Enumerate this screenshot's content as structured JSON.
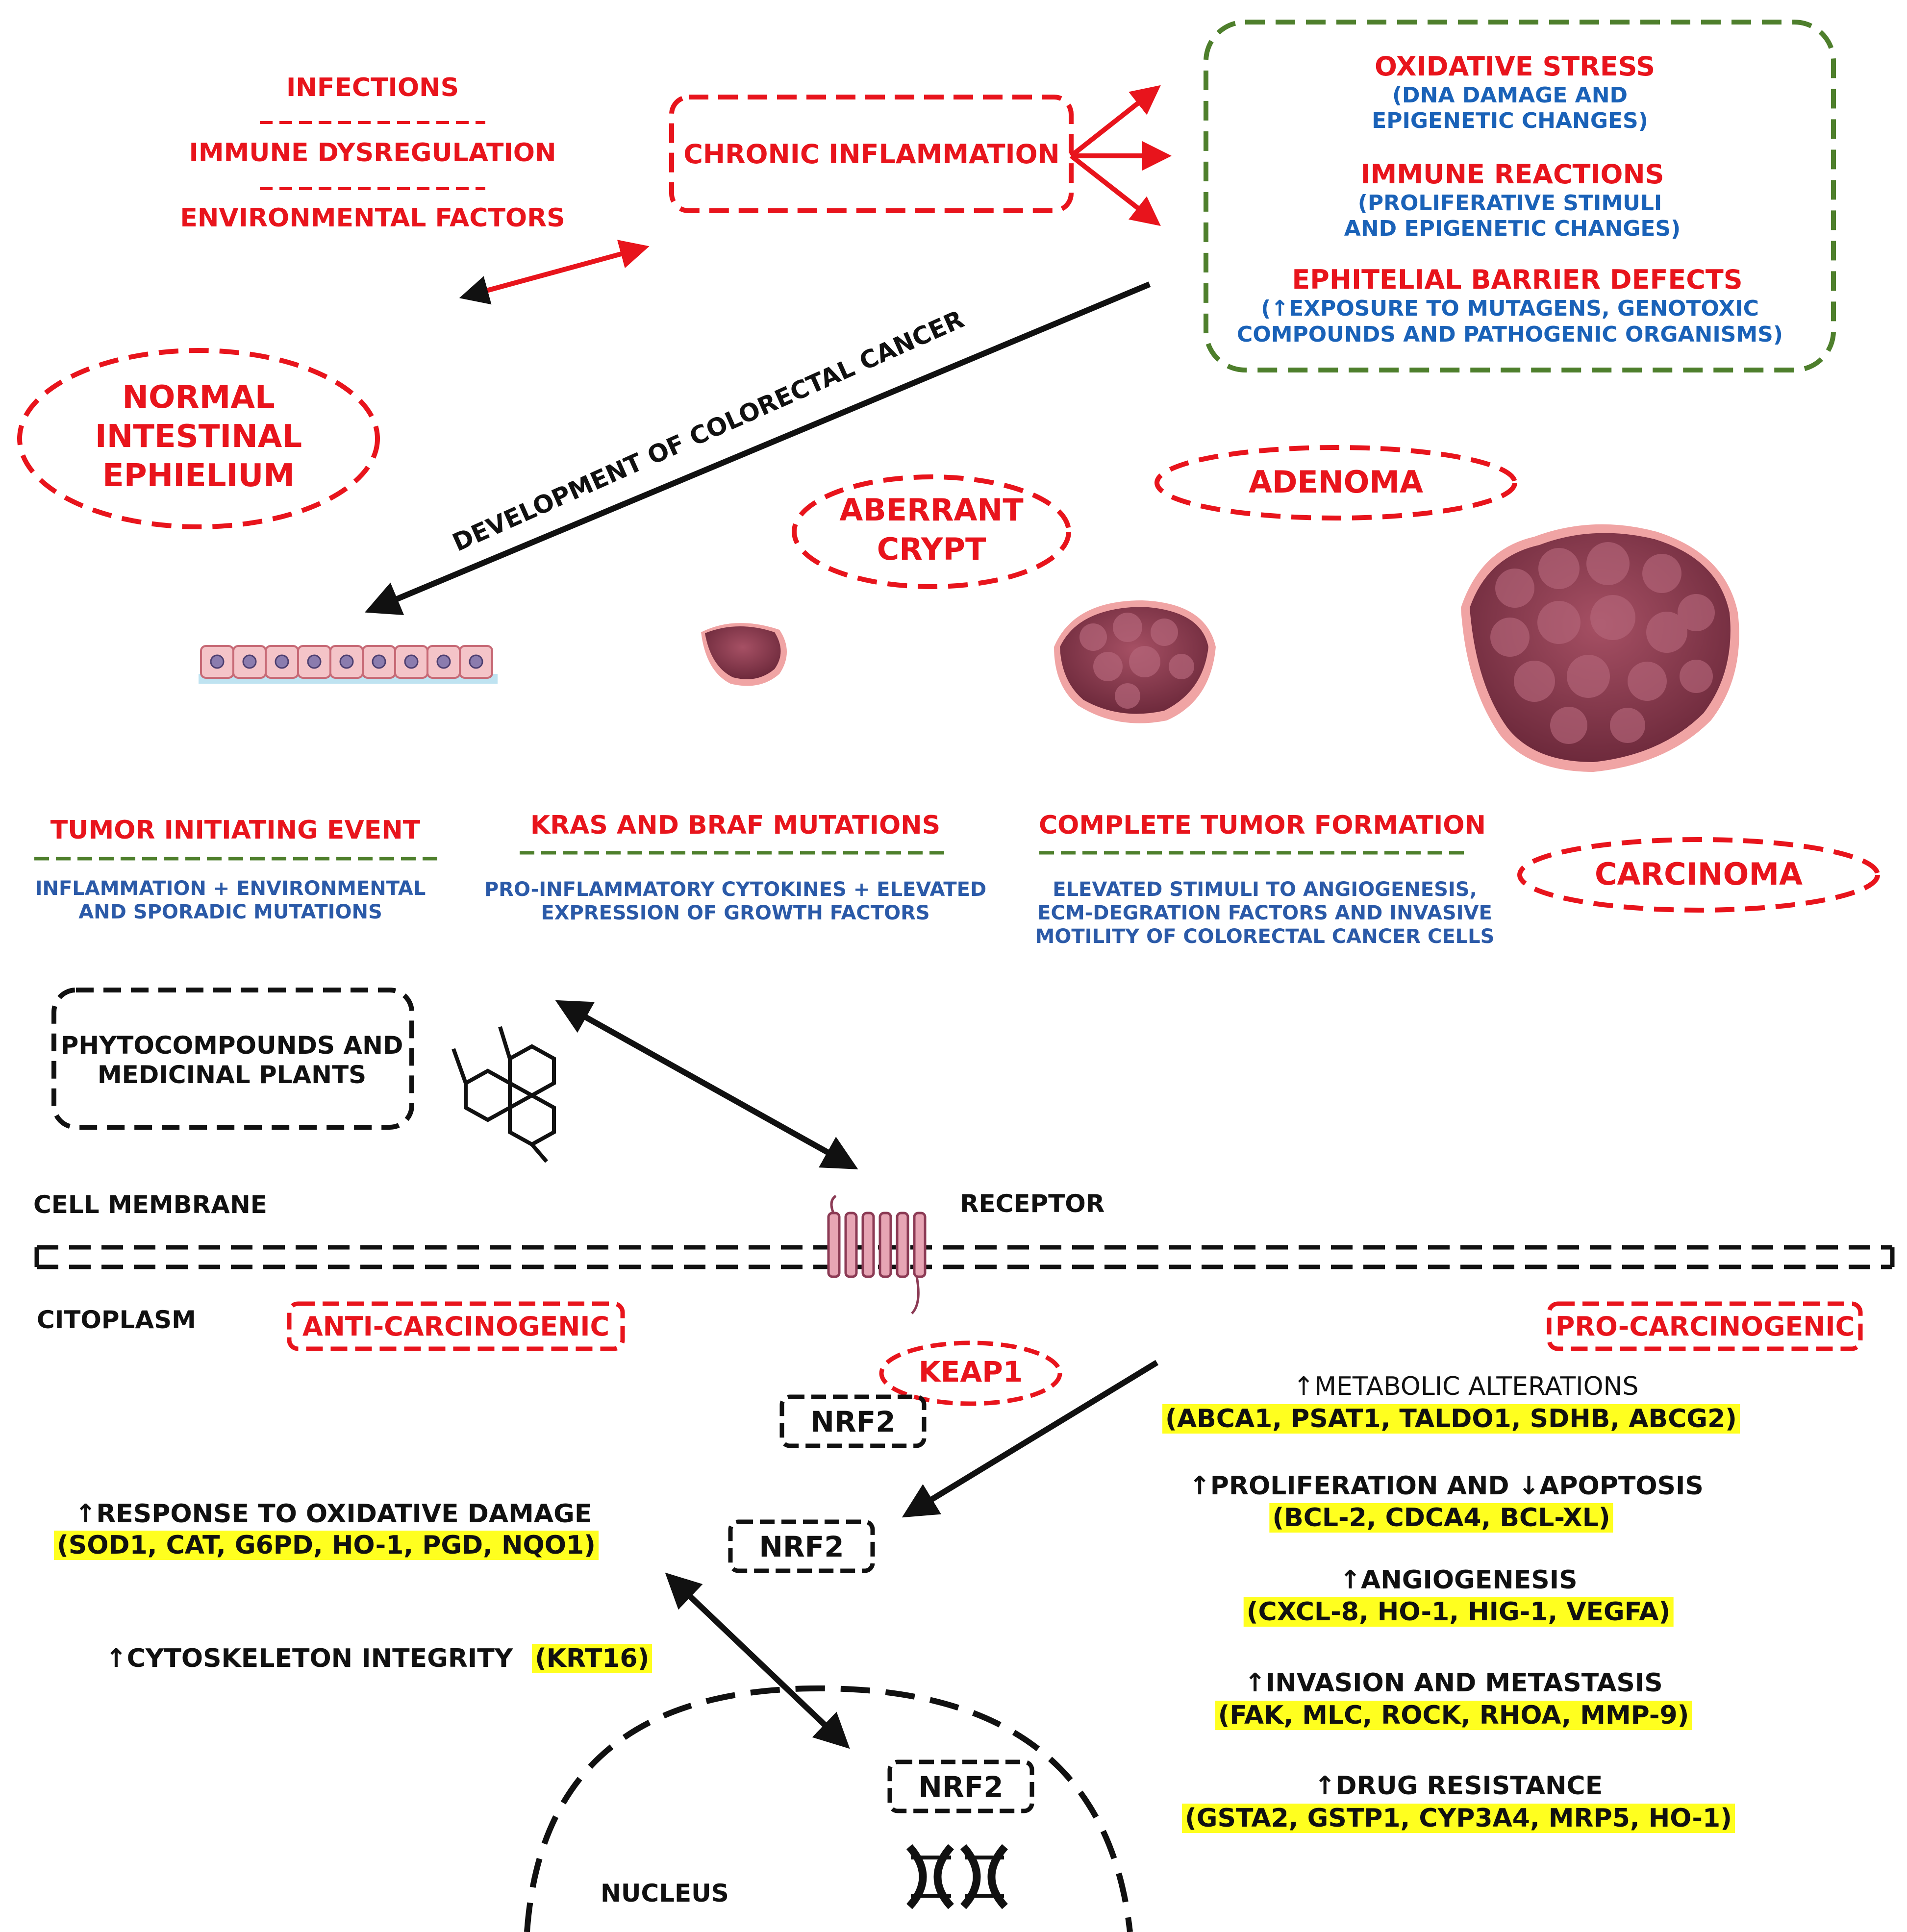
{
  "causes": {
    "infections": "INFECTIONS",
    "immune_dysregulation": "IMMUNE DYSREGULATION",
    "environmental_factors": "ENVIRONMENTAL FACTORS"
  },
  "chronic_inflammation": "CHRONIC INFLAMMATION",
  "consequences": {
    "oxidative_stress": "OXIDATIVE STRESS",
    "oxidative_stress_detail_1": "(DNA DAMAGE AND",
    "oxidative_stress_detail_2": "EPIGENETIC CHANGES)",
    "immune_reactions": "IMMUNE REACTIONS",
    "immune_reactions_detail_1": "(PROLIFERATIVE STIMULI",
    "immune_reactions_detail_2": "AND EPIGENETIC CHANGES)",
    "barrier_defects": "EPHITELIAL BARRIER DEFECTS",
    "barrier_defects_detail_1": "(↑EXPOSURE TO MUTAGENS, GENOTOXIC",
    "barrier_defects_detail_2": "COMPOUNDS AND PATHOGENIC ORGANISMS)"
  },
  "development_label": "DEVELOPMENT OF COLORECTAL CANCER",
  "stages": {
    "normal_1": "NORMAL",
    "normal_2": "INTESTINAL",
    "normal_3": "EPHIELIUM",
    "aberrant_1": "ABERRANT",
    "aberrant_2": "CRYPT",
    "adenoma": "ADENOMA",
    "carcinoma": "CARCINOMA"
  },
  "events": [
    {
      "title": "TUMOR INITIATING EVENT",
      "line1": "INFLAMMATION + ENVIRONMENTAL",
      "line2": "AND SPORADIC MUTATIONS",
      "line3": ""
    },
    {
      "title": "KRAS AND BRAF MUTATIONS",
      "line1": "PRO-INFLAMMATORY CYTOKINES + ELEVATED",
      "line2": "EXPRESSION OF GROWTH FACTORS",
      "line3": ""
    },
    {
      "title": "COMPLETE TUMOR FORMATION",
      "line1": "ELEVATED STIMULI TO ANGIOGENESIS,",
      "line2": "ECM-DEGRATION FACTORS AND INVASIVE",
      "line3": "MOTILITY OF COLORECTAL CANCER CELLS"
    }
  ],
  "phytocompounds_1": "PHYTOCOMPOUNDS AND",
  "phytocompounds_2": "MEDICINAL PLANTS",
  "cell_membrane": "CELL MEMBRANE",
  "receptor": "RECEPTOR",
  "citoplasm": "CITOPLASM",
  "anti_carcinogenic": "ANTI-CARCINOGENIC",
  "pro_carcinogenic": "PRO-CARCINOGENIC",
  "keap1": "KEAP1",
  "nrf2": "NRF2",
  "nucleus": "NUCLEUS",
  "anti_effects": {
    "oxidative_title": "↑RESPONSE TO OXIDATIVE DAMAGE",
    "oxidative_genes": "(SOD1, CAT, G6PD, HO-1, PGD, NQO1)",
    "cytoskeleton_title": "↑CYTOSKELETON INTEGRITY",
    "cytoskeleton_genes": "(KRT16)"
  },
  "pro_effects": [
    {
      "title": "↑METABOLIC ALTERATIONS",
      "genes": "(ABCA1, PSAT1, TALDO1, SDHB, ABCG2)"
    },
    {
      "title": "↑PROLIFERATION AND ↓APOPTOSIS",
      "genes": "(BCL-2, CDCA4, BCL-XL)"
    },
    {
      "title": "↑ANGIOGENESIS",
      "genes": "(CXCL-8, HO-1, HIG-1, VEGFA)"
    },
    {
      "title": "↑INVASION AND METASTASIS",
      "genes": "(FAK, MLC, ROCK, RHOA, MMP-9)"
    },
    {
      "title": "↑DRUG RESISTANCE",
      "genes": "(GSTA2, GSTP1, CYP3A4, MRP5, HO-1)"
    }
  ],
  "colors": {
    "red": "#e8141c",
    "blue": "#1a62b8",
    "green": "#4e7f2c",
    "highlight": "#ffff1f"
  }
}
